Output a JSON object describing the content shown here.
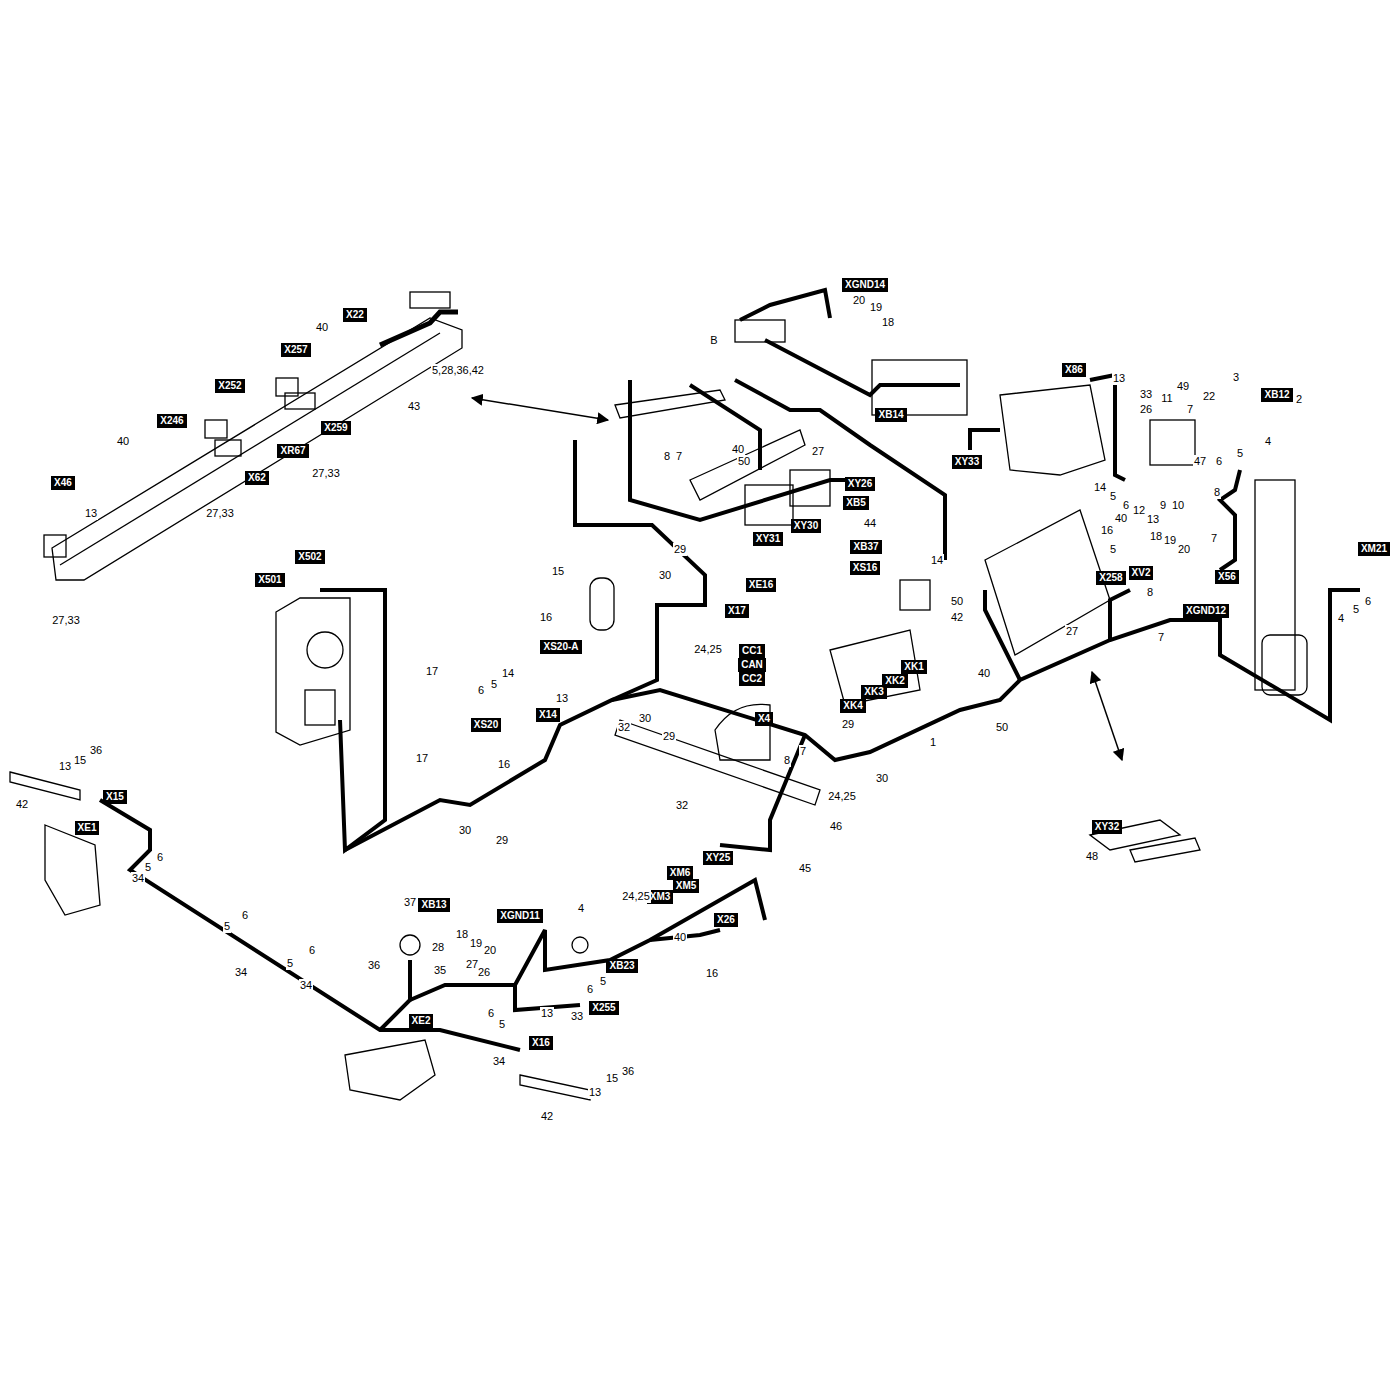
{
  "diagram": {
    "nodes": [
      {
        "text": [
          "X22"
        ]
      },
      {
        "text": [
          "X257"
        ]
      },
      {
        "text": [
          "X252"
        ]
      },
      {
        "text": [
          "X259"
        ]
      },
      {
        "text": [
          "X246"
        ]
      },
      {
        "text": [
          "XR67"
        ]
      },
      {
        "text": [
          "X62"
        ]
      },
      {
        "text": [
          "X46"
        ]
      },
      {
        "text": [
          "X502"
        ]
      },
      {
        "text": [
          "X501"
        ]
      },
      {
        "text": [
          "XGND14"
        ]
      },
      {
        "text": [
          "XB14"
        ]
      },
      {
        "text": [
          "X86"
        ]
      },
      {
        "text": [
          "XB12"
        ]
      },
      {
        "text": [
          "XY33"
        ]
      },
      {
        "text": [
          "XY26"
        ]
      },
      {
        "text": [
          "XB5"
        ]
      },
      {
        "text": [
          "XY30"
        ]
      },
      {
        "text": [
          "XY31"
        ]
      },
      {
        "text": [
          "XB37"
        ]
      },
      {
        "text": [
          "XS16"
        ]
      },
      {
        "text": [
          "XE16"
        ]
      },
      {
        "text": [
          "X17"
        ]
      },
      {
        "text": [
          "XS20-A"
        ]
      },
      {
        "text": [
          "X14"
        ]
      },
      {
        "text": [
          "XS20"
        ]
      },
      {
        "text": [
          "CC1"
        ]
      },
      {
        "text": [
          "CAN"
        ]
      },
      {
        "text": [
          "CC2"
        ]
      },
      {
        "text": [
          "XK1"
        ]
      },
      {
        "text": [
          "XK2"
        ]
      },
      {
        "text": [
          "XK3"
        ]
      },
      {
        "text": [
          "XK4"
        ]
      },
      {
        "text": [
          "X4"
        ]
      },
      {
        "text": [
          "X258"
        ]
      },
      {
        "text": [
          "XV2"
        ]
      },
      {
        "text": [
          "X56"
        ]
      },
      {
        "text": [
          "XGND12"
        ]
      },
      {
        "text": [
          "XM21"
        ]
      },
      {
        "text": [
          "XY32"
        ]
      },
      {
        "text": [
          "X15"
        ]
      },
      {
        "text": [
          "XE1"
        ]
      },
      {
        "text": [
          "XM6"
        ]
      },
      {
        "text": [
          "XM5"
        ]
      },
      {
        "text": [
          "XM3"
        ]
      },
      {
        "text": [
          "XY25"
        ]
      },
      {
        "text": [
          "XB13"
        ]
      },
      {
        "text": [
          "XGND11"
        ]
      },
      {
        "text": [
          "XB23"
        ]
      },
      {
        "text": [
          "X26"
        ]
      },
      {
        "text": [
          "X255"
        ]
      },
      {
        "text": [
          "XE2"
        ]
      },
      {
        "text": [
          "X16"
        ]
      }
    ],
    "labels": [
      "40",
      "5,28,36,42",
      "43",
      "27,33",
      "40",
      "27,33",
      "13",
      "27,33",
      "B",
      "20",
      "19",
      "18",
      "8",
      "7",
      "40",
      "27",
      "50",
      "44",
      "14",
      "13",
      "33",
      "26",
      "49",
      "11",
      "7",
      "47",
      "14",
      "5",
      "6",
      "12",
      "13",
      "9",
      "10",
      "22",
      "3",
      "2",
      "4",
      "6",
      "5",
      "8",
      "7",
      "16",
      "40",
      "5",
      "18",
      "19",
      "20",
      "50",
      "42",
      "27",
      "8",
      "7",
      "40",
      "50",
      "1",
      "5",
      "6",
      "4",
      "29",
      "30",
      "15",
      "16",
      "24,25",
      "14",
      "5",
      "6",
      "13",
      "30",
      "29",
      "16",
      "32",
      "32",
      "8",
      "7",
      "29",
      "30",
      "24,25",
      "46",
      "45",
      "17",
      "17",
      "30",
      "29",
      "15",
      "36",
      "13",
      "42",
      "6",
      "5",
      "34",
      "6",
      "5",
      "34",
      "6",
      "5",
      "34",
      "37",
      "28",
      "36",
      "35",
      "18",
      "19",
      "20",
      "27",
      "26",
      "13",
      "33",
      "4",
      "6",
      "5",
      "24,25",
      "40",
      "16",
      "6",
      "5",
      "34",
      "15",
      "36",
      "13",
      "42",
      "48"
    ]
  }
}
